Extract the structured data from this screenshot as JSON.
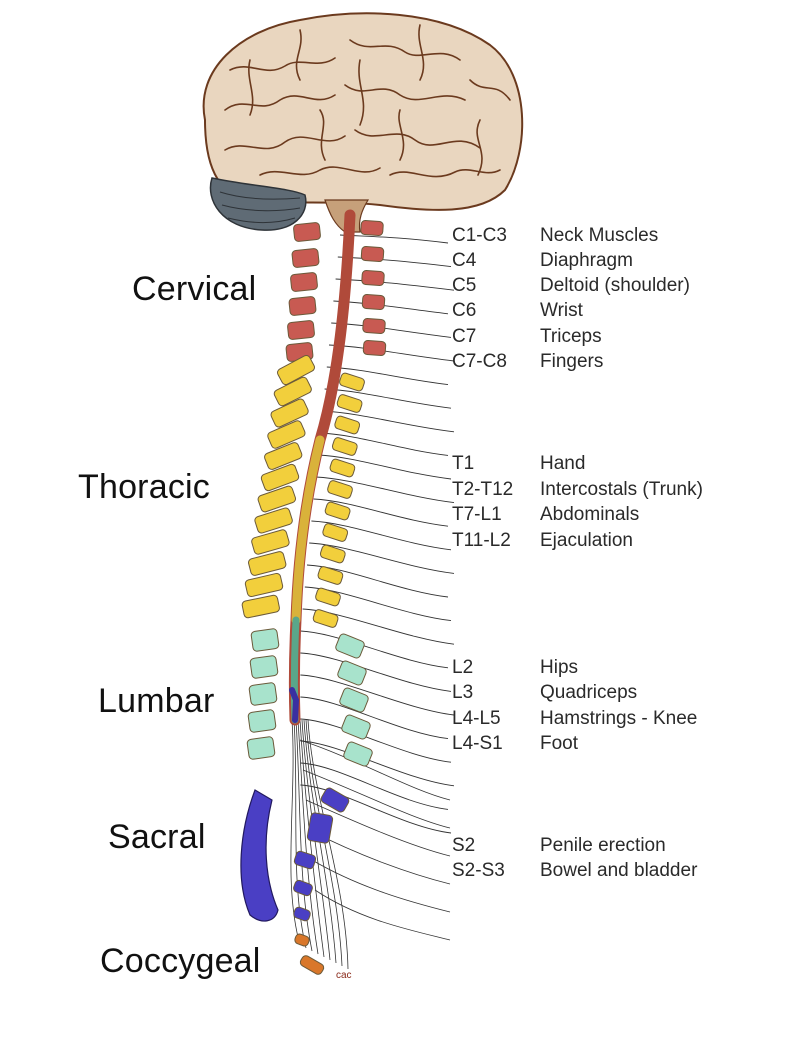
{
  "regions": [
    {
      "label": "Cervical",
      "color": "#c85a52"
    },
    {
      "label": "Thoracic",
      "color": "#f2cf3c"
    },
    {
      "label": "Lumbar",
      "color": "#a8e3cc"
    },
    {
      "label": "Sacral",
      "color": "#4a3fc4"
    },
    {
      "label": "Coccygeal",
      "color": "#d9772a"
    }
  ],
  "levels": [
    {
      "code": "C1-C3",
      "function": "Neck Muscles"
    },
    {
      "code": "C4",
      "function": "Diaphragm"
    },
    {
      "code": "C5",
      "function": "Deltoid (shoulder)"
    },
    {
      "code": "C6",
      "function": "Wrist"
    },
    {
      "code": "C7",
      "function": "Triceps"
    },
    {
      "code": "C7-C8",
      "function": "Fingers"
    },
    {
      "code": "T1",
      "function": "Hand"
    },
    {
      "code": "T2-T12",
      "function": "Intercostals (Trunk)"
    },
    {
      "code": "T7-L1",
      "function": "Abdominals"
    },
    {
      "code": "T11-L2",
      "function": "Ejaculation"
    },
    {
      "code": "L2",
      "function": "Hips"
    },
    {
      "code": "L3",
      "function": "Quadriceps"
    },
    {
      "code": "L4-L5",
      "function": "Hamstrings - Knee"
    },
    {
      "code": "L4-S1",
      "function": "Foot"
    },
    {
      "code": "S2",
      "function": "Penile erection"
    },
    {
      "code": "S2-S3",
      "function": "Bowel and bladder"
    }
  ],
  "signature": "cac",
  "colors": {
    "brain_fill": "#e9d6bf",
    "brain_line": "#6b3a1e",
    "cerebellum": "#5f6b75",
    "nerve": "#333333"
  }
}
